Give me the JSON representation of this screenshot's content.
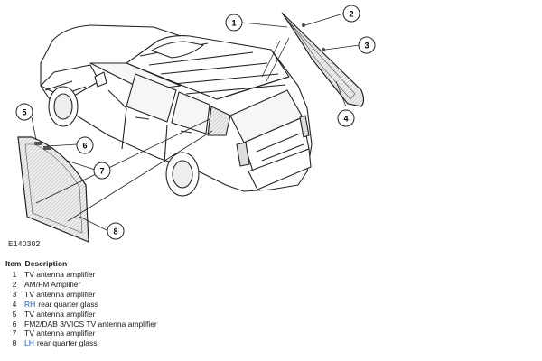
{
  "figure_id": "E140302",
  "legend": {
    "header_item": "Item",
    "header_description": "Description",
    "items": [
      {
        "num": "1",
        "side": "",
        "text": "TV antenna amplifier"
      },
      {
        "num": "2",
        "side": "",
        "text": "AM/FM Amplifier"
      },
      {
        "num": "3",
        "side": "",
        "text": "TV antenna amplifier"
      },
      {
        "num": "4",
        "side": "RH",
        "text": "rear quarter glass"
      },
      {
        "num": "5",
        "side": "",
        "text": "TV antenna amplifier"
      },
      {
        "num": "6",
        "side": "",
        "text": "FM2/DAB 3/VICS TV antenna amplifier"
      },
      {
        "num": "7",
        "side": "",
        "text": "TV antenna amplifier"
      },
      {
        "num": "8",
        "side": "LH",
        "text": "rear quarter glass"
      }
    ]
  },
  "callouts": [
    "1",
    "2",
    "3",
    "4",
    "5",
    "6",
    "7",
    "8"
  ],
  "colors": {
    "side_highlight": "#1a56c8",
    "line": "#222222",
    "glass_fill": "#e8e8e8"
  }
}
